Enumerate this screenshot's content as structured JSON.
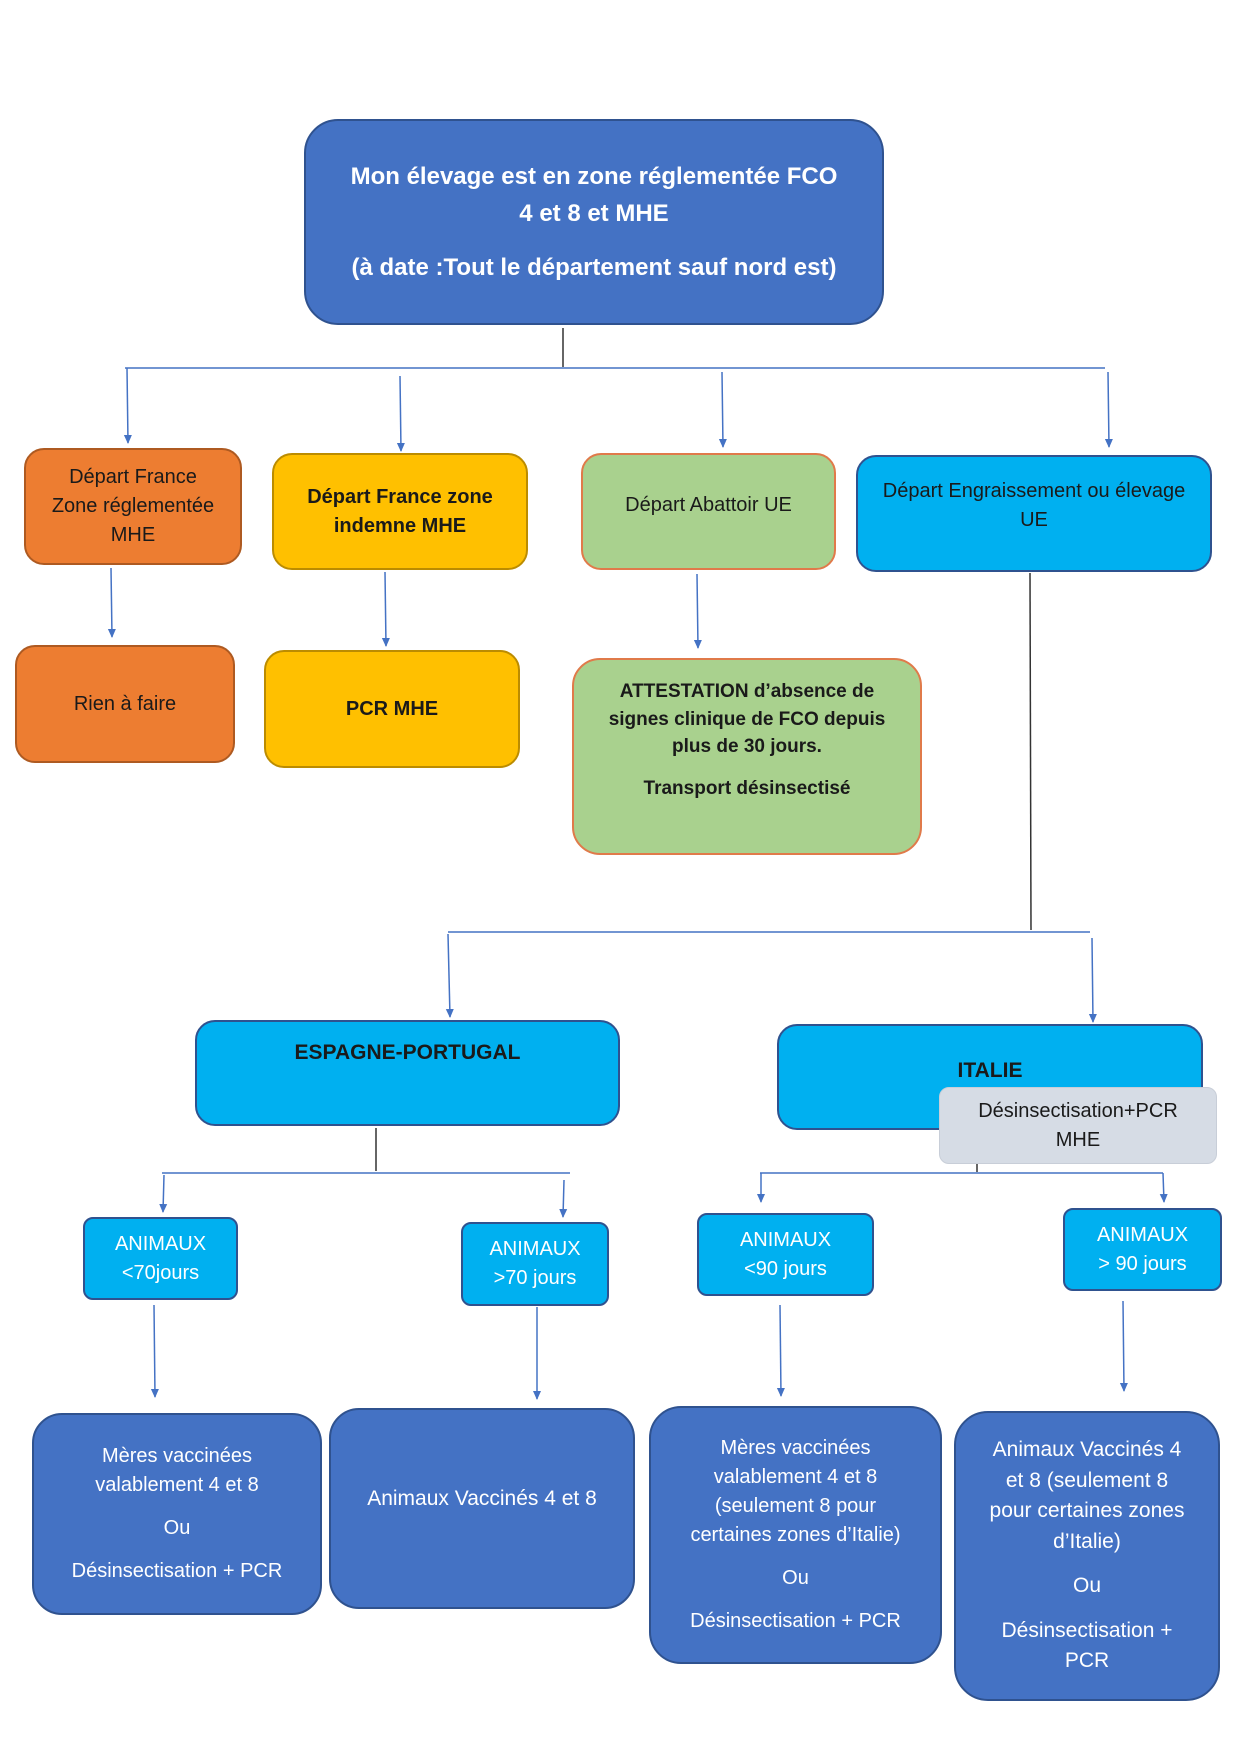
{
  "root": {
    "line1": "Mon élevage est en zone réglementée FCO",
    "line2": "4 et 8 et MHE",
    "line3": "(à date :Tout le département sauf nord est)"
  },
  "branches": {
    "france_zone_reg": {
      "line1": "Départ France",
      "line2": "Zone réglementée",
      "line3": "MHE"
    },
    "france_indemne": {
      "line1": "Départ France zone",
      "line2": "indemne MHE"
    },
    "abattoir": {
      "line1": "Départ Abattoir UE"
    },
    "engraissement": {
      "line1": "Départ Engraissement ou élevage",
      "line2": "UE"
    }
  },
  "results": {
    "rien": "Rien à faire",
    "pcr_mhe": "PCR MHE",
    "attestation": {
      "line1": "ATTESTATION d’absence de",
      "line2": "signes clinique de FCO depuis",
      "line3": "plus de 30 jours.",
      "line4": "Transport désinsectisé"
    }
  },
  "countries": {
    "espagne": "ESPAGNE-PORTUGAL",
    "italie": "ITALIE",
    "italie_note": {
      "line1": "Désinsectisation+PCR",
      "line2": "MHE"
    }
  },
  "ages": {
    "esp_lt": {
      "line1": "ANIMAUX",
      "line2": "<70jours"
    },
    "esp_gt": {
      "line1": "ANIMAUX",
      "line2": ">70 jours"
    },
    "ita_lt": {
      "line1": "ANIMAUX",
      "line2": "<90 jours"
    },
    "ita_gt": {
      "line1": "ANIMAUX",
      "line2": "> 90 jours"
    }
  },
  "conditions": {
    "esp_lt": {
      "line1": "Mères vaccinées",
      "line2": "valablement 4 et 8",
      "or": "Ou",
      "alt": "Désinsectisation + PCR"
    },
    "esp_gt": {
      "line1": "Animaux Vaccinés 4 et 8"
    },
    "ita_lt": {
      "line1": "Mères vaccinées",
      "line2": "valablement 4 et 8",
      "line3": "(seulement 8 pour",
      "line4": "certaines zones d’Italie)",
      "or": "Ou",
      "alt": "Désinsectisation + PCR"
    },
    "ita_gt": {
      "line1": "Animaux Vaccinés 4",
      "line2": "et 8 (seulement 8",
      "line3": "pour certaines zones",
      "line4": "d’Italie)",
      "or": "Ou",
      "alt1": "Désinsectisation +",
      "alt2": "PCR"
    }
  },
  "colors": {
    "dark_blue": "#4472c4",
    "orange": "#ed7d31",
    "yellow": "#ffc000",
    "green": "#a9d18e",
    "cyan": "#00b0f0",
    "grey": "#d6dce5",
    "arrow": "#4472c4"
  }
}
